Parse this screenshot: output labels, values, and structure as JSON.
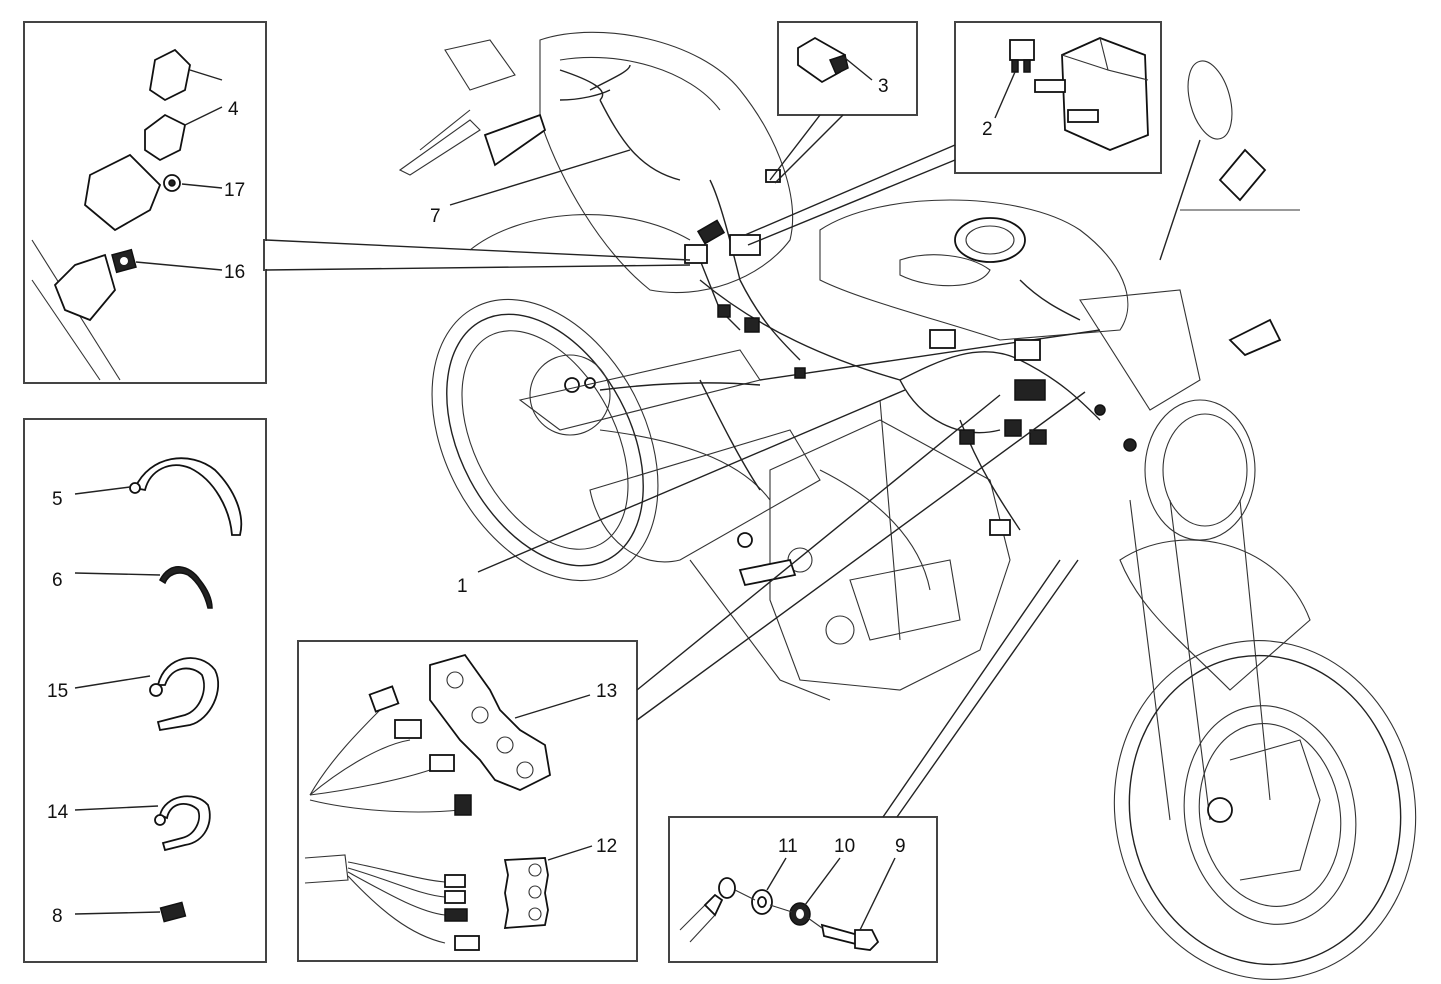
{
  "diagram": {
    "type": "exploded parts diagram",
    "subject": "motorcycle electrical wiring harness",
    "callouts": [
      {
        "id": "c1",
        "label": "1"
      },
      {
        "id": "c2",
        "label": "2"
      },
      {
        "id": "c3",
        "label": "3"
      },
      {
        "id": "c4",
        "label": "4"
      },
      {
        "id": "c5",
        "label": "5"
      },
      {
        "id": "c6",
        "label": "6"
      },
      {
        "id": "c7",
        "label": "7"
      },
      {
        "id": "c8",
        "label": "8"
      },
      {
        "id": "c9",
        "label": "9"
      },
      {
        "id": "c10",
        "label": "10"
      },
      {
        "id": "c11",
        "label": "11"
      },
      {
        "id": "c12",
        "label": "12"
      },
      {
        "id": "c13",
        "label": "13"
      },
      {
        "id": "c14",
        "label": "14"
      },
      {
        "id": "c15",
        "label": "15"
      },
      {
        "id": "c16",
        "label": "16"
      },
      {
        "id": "c17",
        "label": "17"
      }
    ],
    "detail_boxes": [
      {
        "name": "relay-detail",
        "callouts": [
          "4",
          "17",
          "16"
        ]
      },
      {
        "name": "clips-detail",
        "callouts": [
          "5",
          "6",
          "15",
          "14",
          "8"
        ]
      },
      {
        "name": "connector-detail",
        "callouts": [
          "3"
        ]
      },
      {
        "name": "fuse-box-detail",
        "callouts": [
          "2"
        ]
      },
      {
        "name": "connector-holders-detail",
        "callouts": [
          "13",
          "12"
        ]
      },
      {
        "name": "ground-bolt-detail",
        "callouts": [
          "11",
          "10",
          "9"
        ]
      }
    ]
  }
}
